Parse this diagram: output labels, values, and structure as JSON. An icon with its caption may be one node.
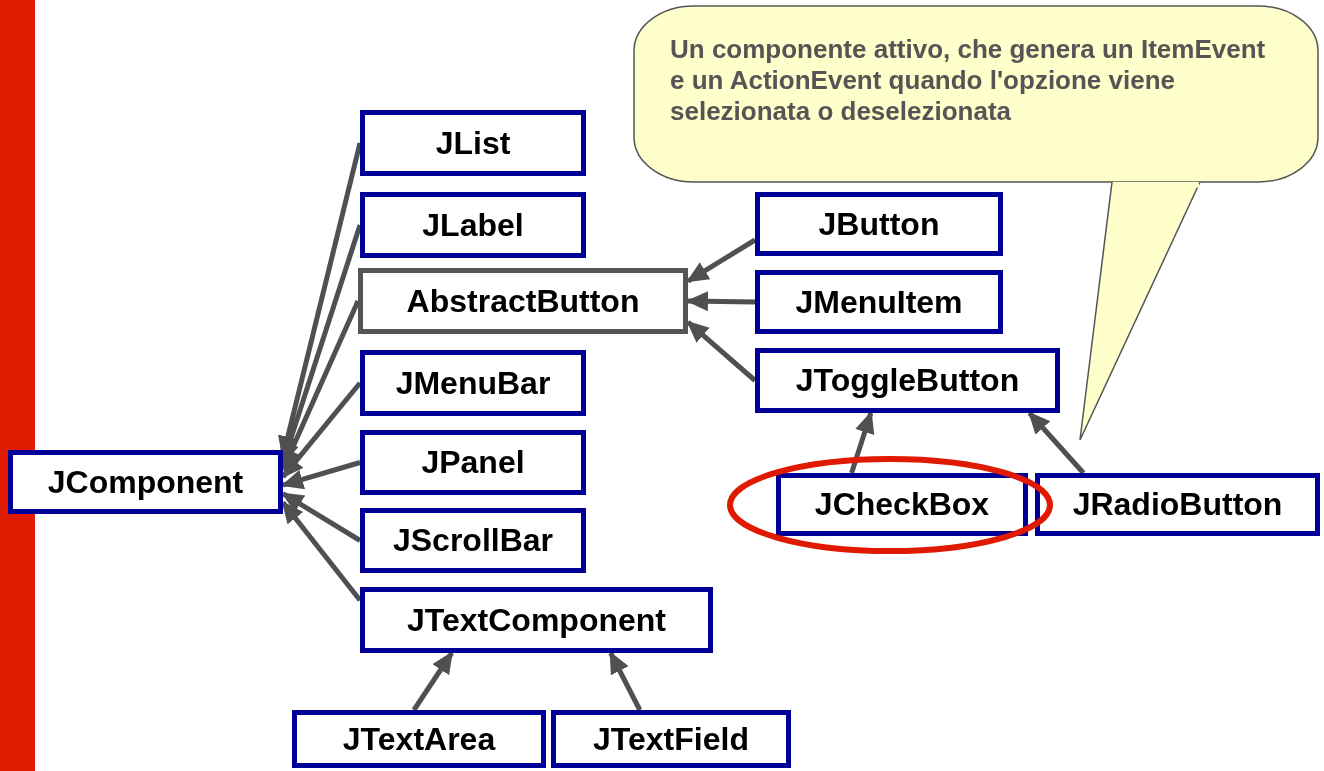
{
  "diagram": {
    "nodes": [
      {
        "text": [
          "Un componente attivo, che genera un ItemEvent e un ActionEvent quando l'opzione viene selezionata o deselezionata"
        ]
      },
      {
        "text": [
          "JList"
        ]
      },
      {
        "text": [
          "JLabel"
        ]
      },
      {
        "text": [
          "JButton"
        ]
      },
      {
        "text": [
          "AbstractButton"
        ]
      },
      {
        "text": [
          "JMenuItem"
        ]
      },
      {
        "text": [
          "JMenuBar"
        ]
      },
      {
        "text": [
          "JToggleButton"
        ]
      },
      {
        "text": [
          "JComponent"
        ]
      },
      {
        "text": [
          "JPanel"
        ]
      },
      {
        "text": [
          "JCheckBox"
        ]
      },
      {
        "text": [
          "JRadioButton"
        ]
      },
      {
        "text": [
          "JScrollBar"
        ]
      },
      {
        "text": [
          "JTextComponent"
        ]
      },
      {
        "text": [
          "JTextArea"
        ]
      },
      {
        "text": [
          "JTextField"
        ]
      }
    ],
    "edges": [
      {
        "from": 1,
        "to": 8,
        "arrow": "to"
      },
      {
        "from": 2,
        "to": 8,
        "arrow": "to"
      },
      {
        "from": 4,
        "to": 8,
        "arrow": "to"
      },
      {
        "from": 6,
        "to": 8,
        "arrow": "to"
      },
      {
        "from": 9,
        "to": 8,
        "arrow": "to"
      },
      {
        "from": 12,
        "to": 8,
        "arrow": "to"
      },
      {
        "from": 13,
        "to": 8,
        "arrow": "to"
      },
      {
        "from": 3,
        "to": 4,
        "arrow": "to"
      },
      {
        "from": 5,
        "to": 4,
        "arrow": "to"
      },
      {
        "from": 7,
        "to": 4,
        "arrow": "to"
      },
      {
        "from": 10,
        "to": 7,
        "arrow": "to"
      },
      {
        "from": 11,
        "to": 7,
        "arrow": "to"
      },
      {
        "from": 14,
        "to": 13,
        "arrow": "to"
      },
      {
        "from": 15,
        "to": 13,
        "arrow": "to"
      }
    ]
  }
}
